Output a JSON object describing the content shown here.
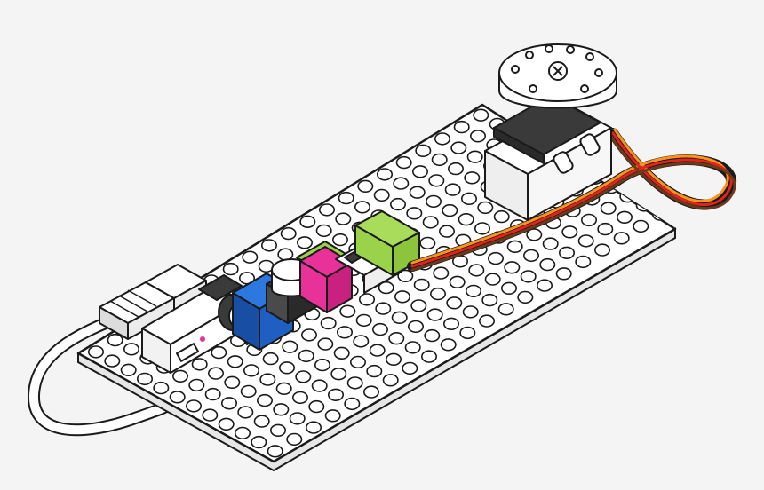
{
  "scene": {
    "subject": "breadboard-circuit-with-servo",
    "colors": {
      "background": "#f4f4f4",
      "board": "#ffffff",
      "outline": "#1a1a1a",
      "module_green": "#9ad24a",
      "module_pink": "#e8329a",
      "module_blue": "#1f5fc4",
      "module_dark": "#3a3a3a",
      "wire_orange": "#f7931e",
      "wire_red": "#e2231a",
      "wire_brown": "#6b3a1a",
      "servo_body": "#ffffff",
      "servo_gear": "#3a3a3a"
    },
    "components": [
      "usb-cable",
      "power-module",
      "wire-module",
      "button-module",
      "slide-switch-module",
      "servo-connector-module",
      "servo-motor"
    ]
  }
}
